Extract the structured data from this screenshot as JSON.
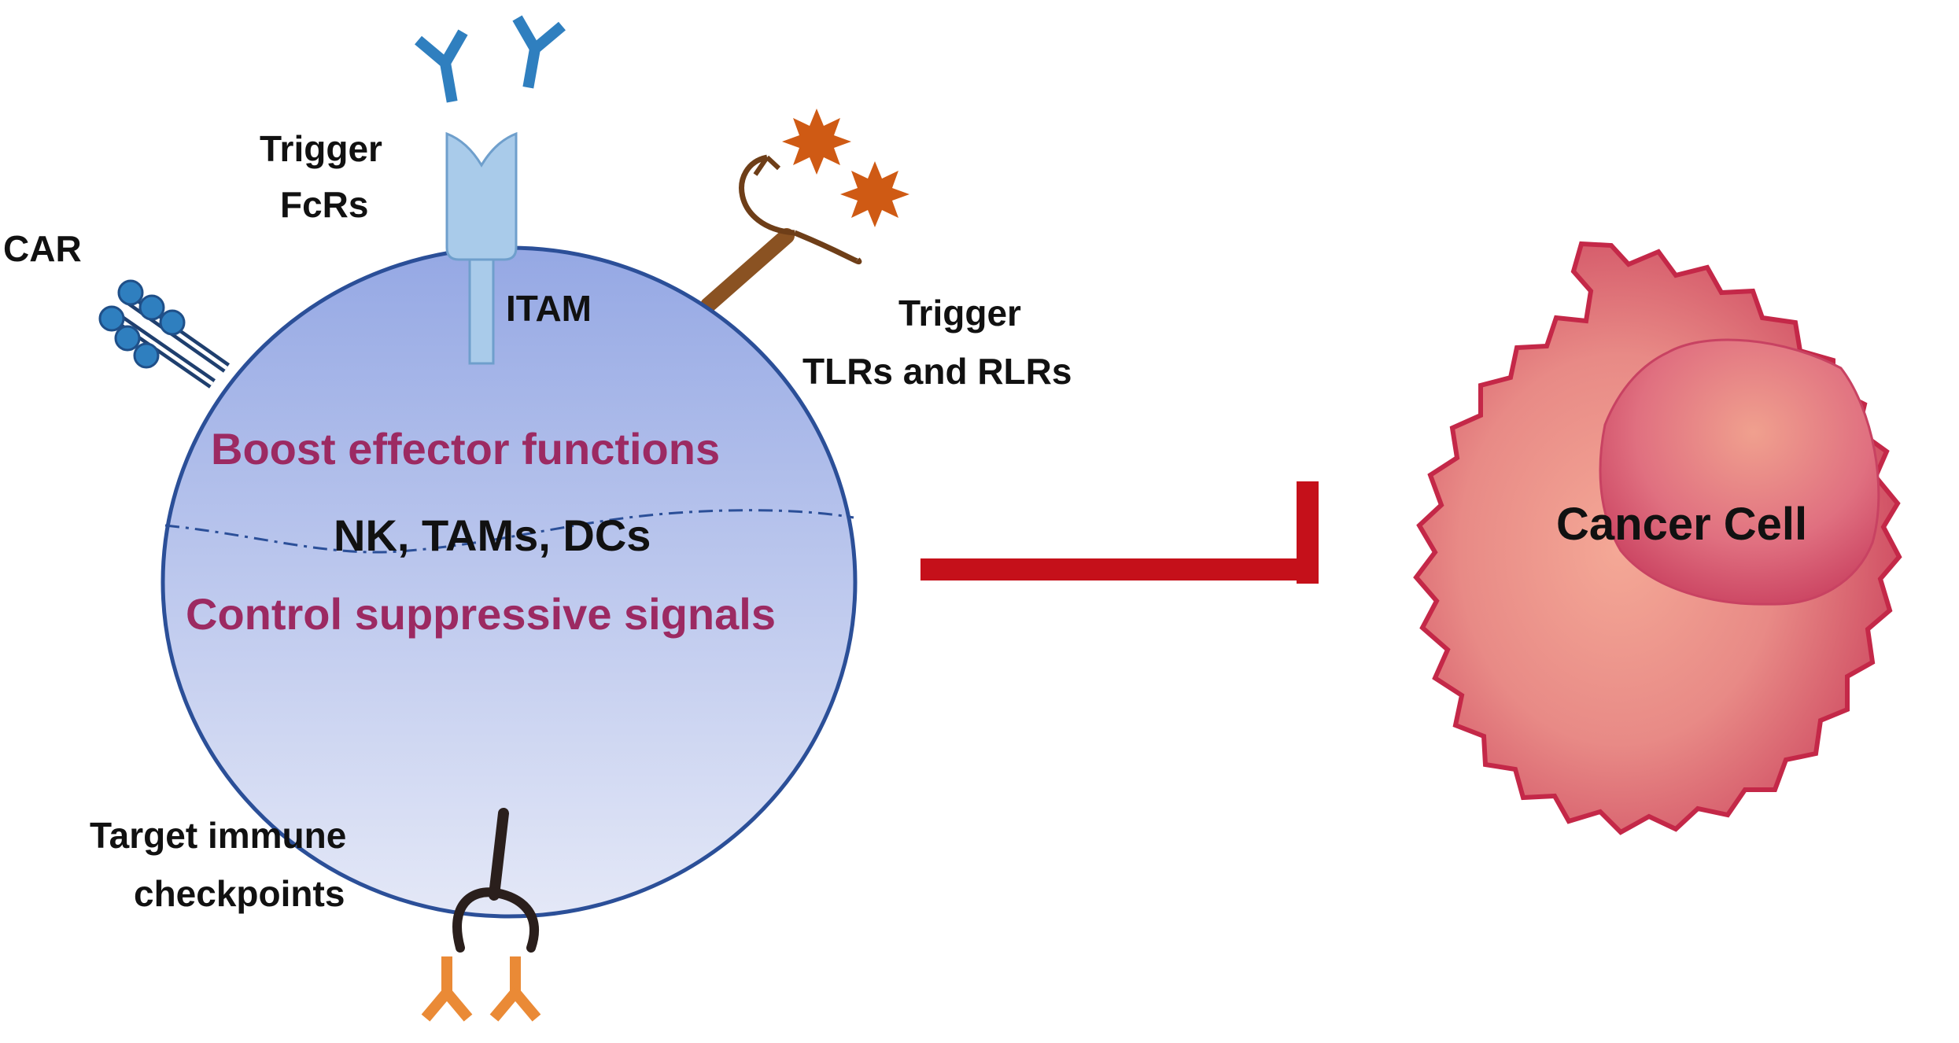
{
  "labels": {
    "car": "CAR",
    "trigger_fcrs_line1": "Trigger",
    "trigger_fcrs_line2": "FcRs",
    "itam": "ITAM",
    "trigger_tlrs_line1": "Trigger",
    "trigger_tlrs_line2": "TLRs and RLRs",
    "boost": "Boost effector functions",
    "cell_types": "NK, TAMs, DCs",
    "control": "Control suppressive signals",
    "checkpoints_line1": "Target immune",
    "checkpoints_line2": "checkpoints",
    "cancer_cell": "Cancer Cell"
  },
  "colors": {
    "text_dark": "#111111",
    "text_magenta": "#9c2a62",
    "immune_cell_top": "#9aaee6",
    "immune_cell_bottom": "#e2e6f6",
    "immune_cell_border": "#2b4f98",
    "antibody_blue": "#2f7fbf",
    "antibody_orange": "#ea8a36",
    "star_orange": "#cf5a14",
    "receptor_light_blue": "#a9cbea",
    "car_blue": "#1f66a8",
    "tlr_brown": "#8a5222",
    "checkpoint_dark": "#2a1f1c",
    "inhibition_red": "#c5101a",
    "cancer_red": "#d32a4a",
    "cancer_fill": "#e07a80"
  }
}
